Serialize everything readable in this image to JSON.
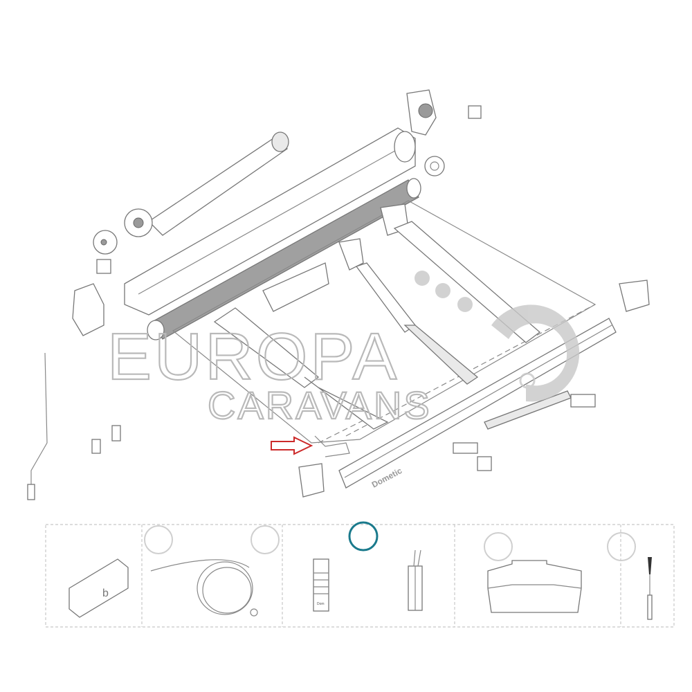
{
  "watermark": {
    "line1": "EUROPA",
    "line2": "CARAVANS"
  },
  "brand_logo_text": "Dometic",
  "remote_label": "Dom",
  "colors": {
    "pointer_arrow": "#cc2a2a",
    "selected_hotspot": "#1a7a8c",
    "hotspot": "#cfcfcf",
    "watermark": "#b9b9b9"
  },
  "accessories": [
    {
      "id": "motor-cover",
      "hotspot": false
    },
    {
      "id": "cable-coil",
      "hotspots": 2
    },
    {
      "id": "remote-and-receiver",
      "hotspot": true,
      "selected": true
    },
    {
      "id": "cover-box",
      "hotspot": true
    },
    {
      "id": "crank-rod",
      "hotspot": true
    }
  ]
}
